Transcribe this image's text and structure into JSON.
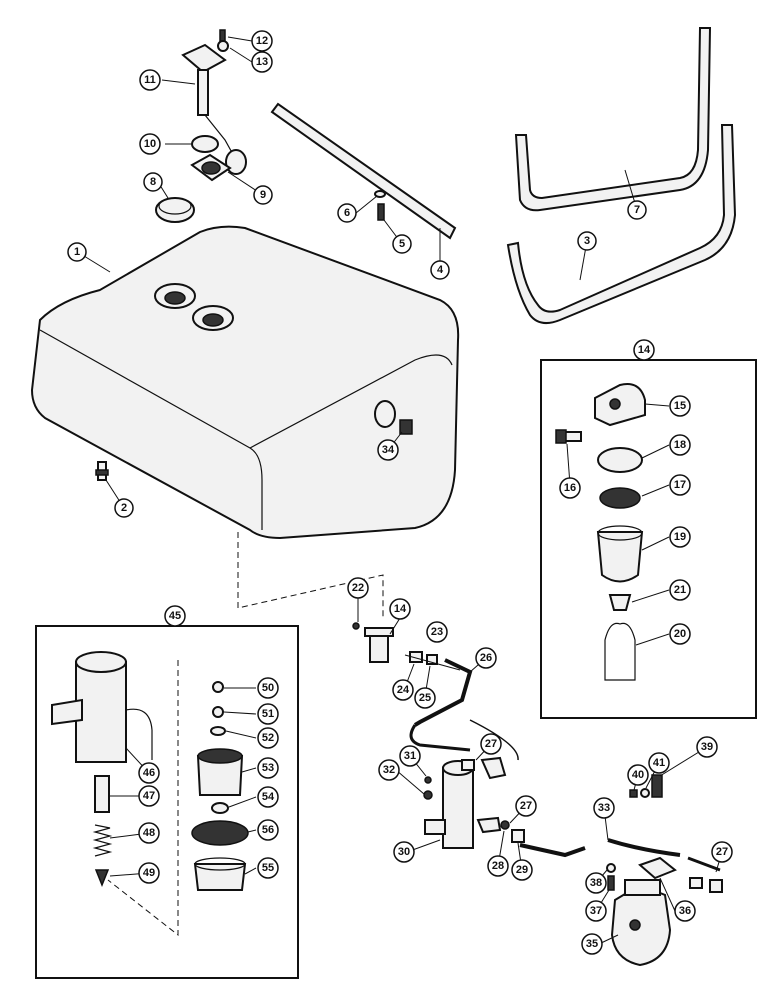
{
  "callouts": {
    "c1": "1",
    "c2": "2",
    "c3": "3",
    "c4": "4",
    "c5": "5",
    "c6": "6",
    "c7": "7",
    "c8": "8",
    "c9": "9",
    "c10": "10",
    "c11": "11",
    "c12": "12",
    "c13": "13",
    "c14": "14",
    "c14b": "14",
    "c15": "15",
    "c16": "16",
    "c17": "17",
    "c18": "18",
    "c19": "19",
    "c20": "20",
    "c21": "21",
    "c22": "22",
    "c23": "23",
    "c24": "24",
    "c25": "25",
    "c26": "26",
    "c27a": "27",
    "c27b": "27",
    "c27c": "27",
    "c28": "28",
    "c29": "29",
    "c30": "30",
    "c31": "31",
    "c32": "32",
    "c33": "33",
    "c34": "34",
    "c35": "35",
    "c36": "36",
    "c37": "37",
    "c38": "38",
    "c39": "39",
    "c40": "40",
    "c41": "41",
    "c45": "45",
    "c46": "46",
    "c47": "47",
    "c48": "48",
    "c49": "49",
    "c50": "50",
    "c51": "51",
    "c52": "52",
    "c53": "53",
    "c54": "54",
    "c55": "55",
    "c56": "56"
  }
}
